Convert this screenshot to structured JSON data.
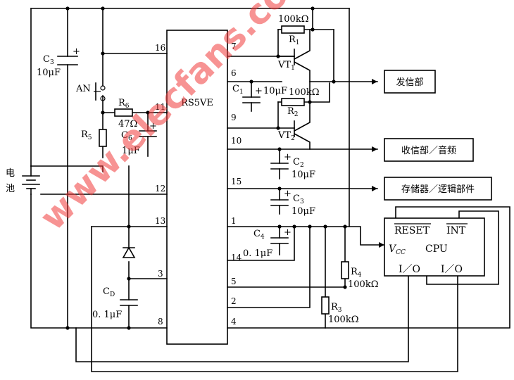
{
  "ic": {
    "label": "RS5VE",
    "pins": {
      "p16": "16",
      "p11": "11",
      "p12": "12",
      "p13": "13",
      "p3": "3",
      "p8": "8",
      "p7": "7",
      "p6": "6",
      "p9": "9",
      "p10": "10",
      "p15": "15",
      "p1": "1",
      "p14": "14",
      "p5": "5",
      "p2": "2",
      "p4": "4"
    }
  },
  "components": {
    "c3_left": {
      "ref": "C",
      "sub": "3",
      "value": "10μF",
      "plus": "+"
    },
    "an": {
      "ref": "AN"
    },
    "r6": {
      "ref": "R",
      "sub": "6",
      "value": "47Ω"
    },
    "r5": {
      "ref": "R",
      "sub": "5"
    },
    "c6": {
      "ref": "C",
      "sub": "6",
      "value": "1μF",
      "plus": "+"
    },
    "cd": {
      "ref": "C",
      "sub": "D",
      "value": "0. 1μF"
    },
    "battery": {
      "label_1": "电",
      "label_2": "池"
    },
    "r1": {
      "ref": "R",
      "sub": "1",
      "value": "100kΩ"
    },
    "vt1": {
      "ref": "VT",
      "sub": "1"
    },
    "c1": {
      "ref": "C",
      "sub": "1",
      "value": "10μF",
      "plus": "+"
    },
    "r2": {
      "ref": "R",
      "sub": "2",
      "value": "100kΩ"
    },
    "vt2": {
      "ref": "VT",
      "sub": "2"
    },
    "c2": {
      "ref": "C",
      "sub": "2",
      "value": "10μF",
      "plus": "+"
    },
    "c3_right": {
      "ref": "C",
      "sub": "3",
      "value": "10μF",
      "plus": "+"
    },
    "c4": {
      "ref": "C",
      "sub": "4",
      "value": "0. 1μF",
      "plus": "+"
    },
    "r4": {
      "ref": "R",
      "sub": "4",
      "value": "100kΩ"
    },
    "r3": {
      "ref": "R",
      "sub": "3",
      "value": "100kΩ"
    }
  },
  "blocks": {
    "transmitter": "发信部",
    "receiver": "收信部／音频",
    "memory": "存储器／逻辑部件"
  },
  "cpu": {
    "label": "CPU",
    "reset": "RESET",
    "int": "INT",
    "vcc": "V",
    "vcc_sub": "CC",
    "io_1": "I／O",
    "io_2": "I／O"
  },
  "watermark": "www.elecfans.com"
}
